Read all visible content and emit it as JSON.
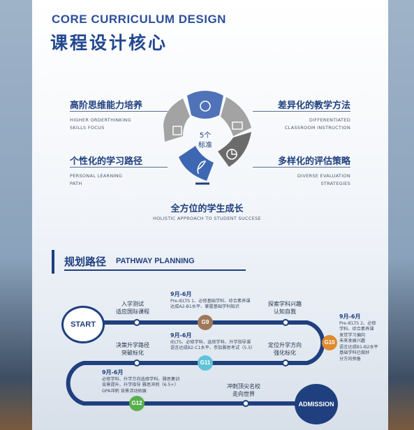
{
  "header": {
    "title_en": "CORE CURRICULUM DESIGN",
    "title_cn": "课程设计核心"
  },
  "core": {
    "center_top": "5个",
    "center_bottom": "标准",
    "features": [
      {
        "cn": "高阶思维能力培养",
        "en1": "HIGHER ORDERTHINKING",
        "en2": "SKILLS FOCUS"
      },
      {
        "cn": "差异化的教学方法",
        "en1": "DIFFERENTIATED",
        "en2": "CLASSROOM INSTRUCTION"
      },
      {
        "cn": "个性化的学习路径",
        "en1": "PERSONAL LEARNING",
        "en2": "PATH"
      },
      {
        "cn": "多样化的评估策略",
        "en1": "DIVERSE EVALUATION",
        "en2": "STRATEGIES"
      },
      {
        "cn": "全方位的学生成长",
        "en1": "HOLISTIC APPROACH TO STUDENT SUCCESE"
      }
    ],
    "colors": {
      "dark_blue": "#1f3f7f",
      "mid_blue": "#4f72b8",
      "grey": "#9a9a9a",
      "dark_grey": "#6b6b6b"
    }
  },
  "pathway": {
    "title_cn": "规划路径",
    "title_en": "PATHWAY PLANNING",
    "start": "START",
    "admission": "ADMISSION",
    "steps": [
      {
        "l1": "入学测试",
        "l2": "适应国际课程"
      },
      {
        "l1": "探索学科兴趣",
        "l2": "认知自我"
      },
      {
        "l1": "决策升学路径",
        "l2": "突破标化"
      },
      {
        "l1": "定位升学方向",
        "l2": "强化标化"
      },
      {
        "l1": "冲刺顶尖名校",
        "l2": "走向世界"
      }
    ],
    "grades": [
      {
        "label": "G9",
        "color": "#a0775a"
      },
      {
        "label": "G10",
        "color": "#e08a2e"
      },
      {
        "label": "G11",
        "color": "#5fc3d8"
      },
      {
        "label": "G12",
        "color": "#58b04d"
      }
    ],
    "details": [
      {
        "date": "9月-6月",
        "l1": "Pre-IELTS 1、必修基础学科、综合素养课",
        "l2": "达成A2-B1水平、掌握基础学科知识"
      },
      {
        "date": "9月-6月",
        "l1": "Pre-IELTS 2、必修",
        "l2": "学科、综合素养课",
        "l3": "发觉学习偏向",
        "l4": "未来发展兴趣",
        "l5": "语言达成B1-B2水平",
        "l6": "基础学科已做好",
        "l7": "分方向预备"
      },
      {
        "date": "9月-6月",
        "l1": "IELTS、必修学科、选修学科、升学指导课",
        "l2": "语言达成B2-C1水平、参加雅思考试（5.5）"
      },
      {
        "date": "9月-6月",
        "l1": "必修学科、升学方向选修学科、雅思集训",
        "l2": "背景提升、升学指导  雅思冲刺（6.5+）",
        "l3": "GPA冲刺  背景活动拓展"
      }
    ]
  }
}
